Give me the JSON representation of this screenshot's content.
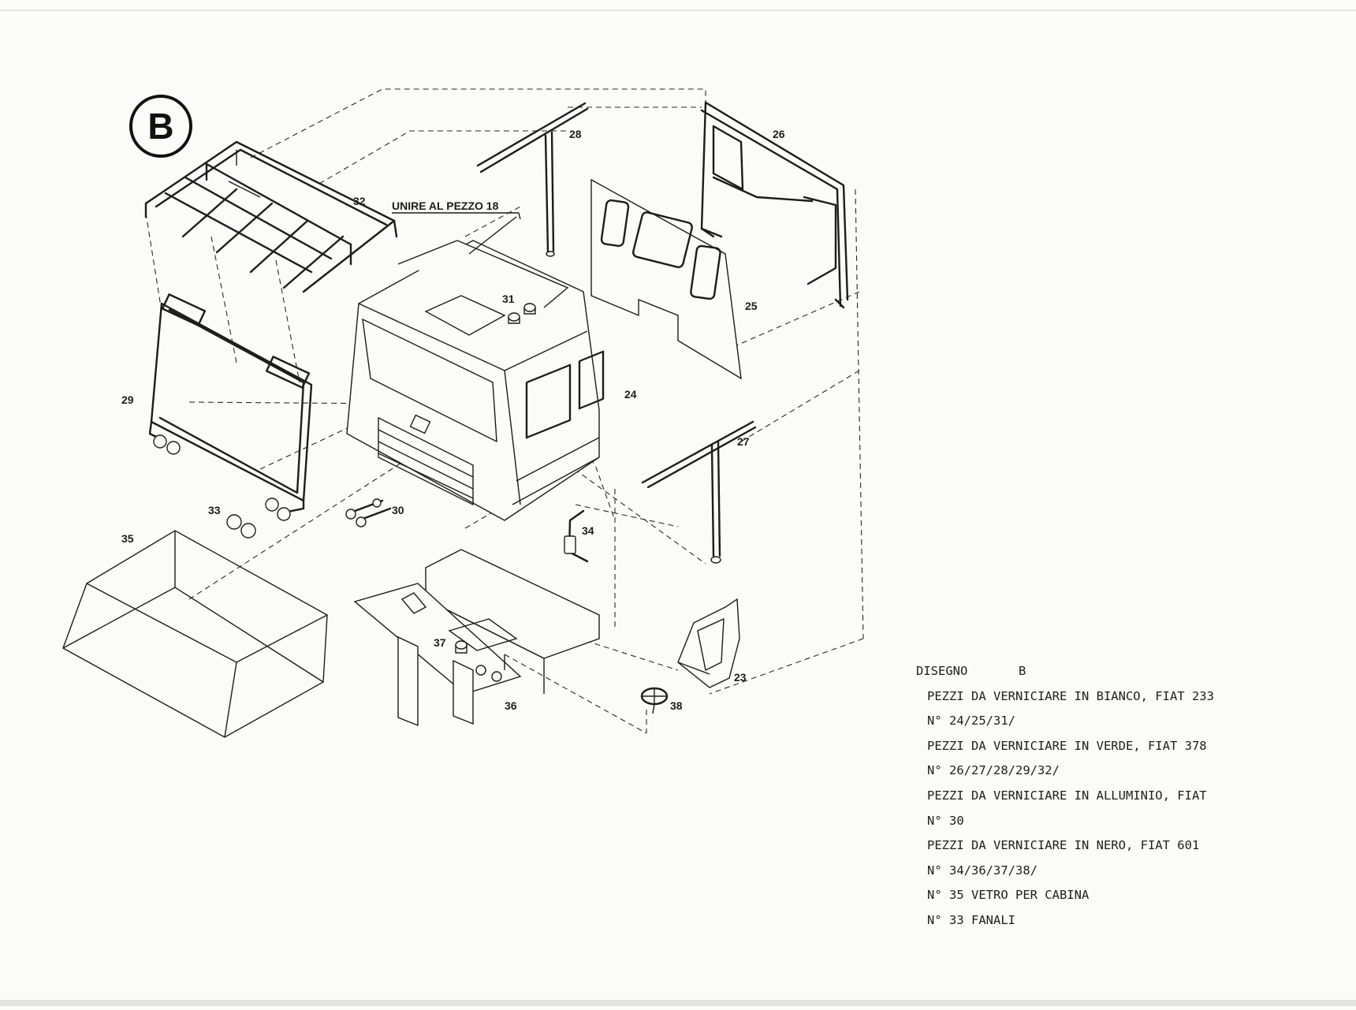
{
  "badge": {
    "letter": "B"
  },
  "note": "UNIRE AL PEZZO 18",
  "parts": {
    "p23": "23",
    "p24": "24",
    "p25": "25",
    "p26": "26",
    "p27": "27",
    "p28": "28",
    "p29": "29",
    "p30": "30",
    "p31": "31",
    "p32": "32",
    "p33": "33",
    "p34": "34",
    "p35": "35",
    "p36": "36",
    "p37": "37",
    "p38": "38"
  },
  "legend": {
    "title_label": "DISEGNO",
    "title_value": "B",
    "rows": [
      "PEZZI DA VERNICIARE IN BIANCO, FIAT 233",
      "N° 24/25/31/",
      "PEZZI DA VERNICIARE IN VERDE, FIAT 378",
      "N° 26/27/28/29/32/",
      "PEZZI DA VERNICIARE IN ALLUMINIO, FIAT",
      "N° 30",
      "PEZZI DA VERNICIARE IN NERO, FIAT 601",
      "N° 34/36/37/38/",
      "N° 35 VETRO PER CABINA",
      "N° 33 FANALI"
    ]
  }
}
